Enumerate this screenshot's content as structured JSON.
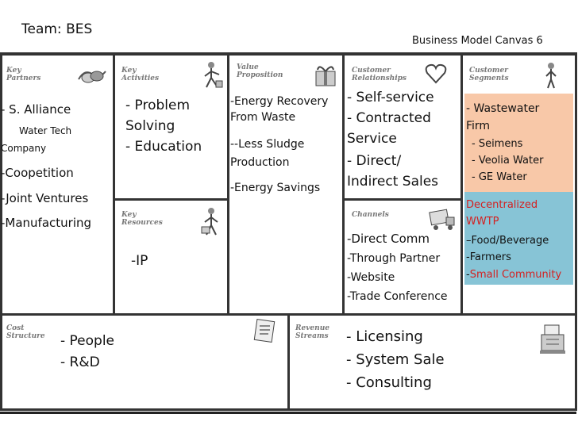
{
  "header": {
    "team": "Team: BES",
    "canvas_title": "Business Model Canvas 6"
  },
  "blocks": {
    "key_partners": {
      "title_line1": "Key",
      "title_line2": "Partners",
      "icon": "handshake-icon",
      "items": [
        "- S. Alliance",
        "Water Tech",
        "Company",
        "-Coopetition",
        "-Joint Ventures",
        "-Manufacturing"
      ]
    },
    "key_activities": {
      "title_line1": "Key",
      "title_line2": "Activities",
      "icon": "person-working-icon",
      "items": [
        "- Problem",
        "Solving",
        "- Education"
      ]
    },
    "key_resources": {
      "title_line1": "Key",
      "title_line2": "Resources",
      "icon": "worker-icon",
      "items": [
        "-IP"
      ]
    },
    "value_proposition": {
      "title_line1": "Value",
      "title_line2": "Proposition",
      "icon": "gift-icon",
      "items": [
        "-Energy Recovery",
        "From Waste",
        "--Less Sludge",
        "Production",
        "-Energy Savings"
      ]
    },
    "customer_relationships": {
      "title_line1": "Customer",
      "title_line2": "Relationships",
      "icon": "heart-icon",
      "items": [
        "-   Self-service",
        "-   Contracted",
        "Service",
        "-   Direct/",
        "Indirect Sales"
      ]
    },
    "channels": {
      "title": "Channels",
      "icon": "truck-icon",
      "items": [
        "-Direct Comm",
        "-Through Partner",
        "-Website",
        "-Trade Conference"
      ]
    },
    "customer_segments": {
      "title_line1": "Customer",
      "title_line2": "Segments",
      "icon": "person-standing-icon",
      "orange": [
        "- Wastewater",
        "Firm",
        "- Seimens",
        "- Veolia Water",
        "- GE Water"
      ],
      "blue_red_1": "Decentralized",
      "blue_red_2": "WWTP",
      "blue_items": [
        "–Food/Beverage",
        "-Farmers"
      ],
      "blue_last_dash": "-",
      "blue_last_red": "Small Community"
    },
    "cost_structure": {
      "title_line1": "Cost",
      "title_line2": "Structure",
      "icon": "receipt-icon",
      "items": [
        "- People",
        "- R&D"
      ]
    },
    "revenue_streams": {
      "title_line1": "Revenue",
      "title_line2": "Streams",
      "icon": "cash-register-icon",
      "items": [
        "-   Licensing",
        "-   System Sale",
        "-   Consulting"
      ]
    }
  },
  "colors": {
    "segment_orange": "#f8c8a8",
    "segment_blue": "#87c4d6",
    "accent_red": "#d42020"
  }
}
